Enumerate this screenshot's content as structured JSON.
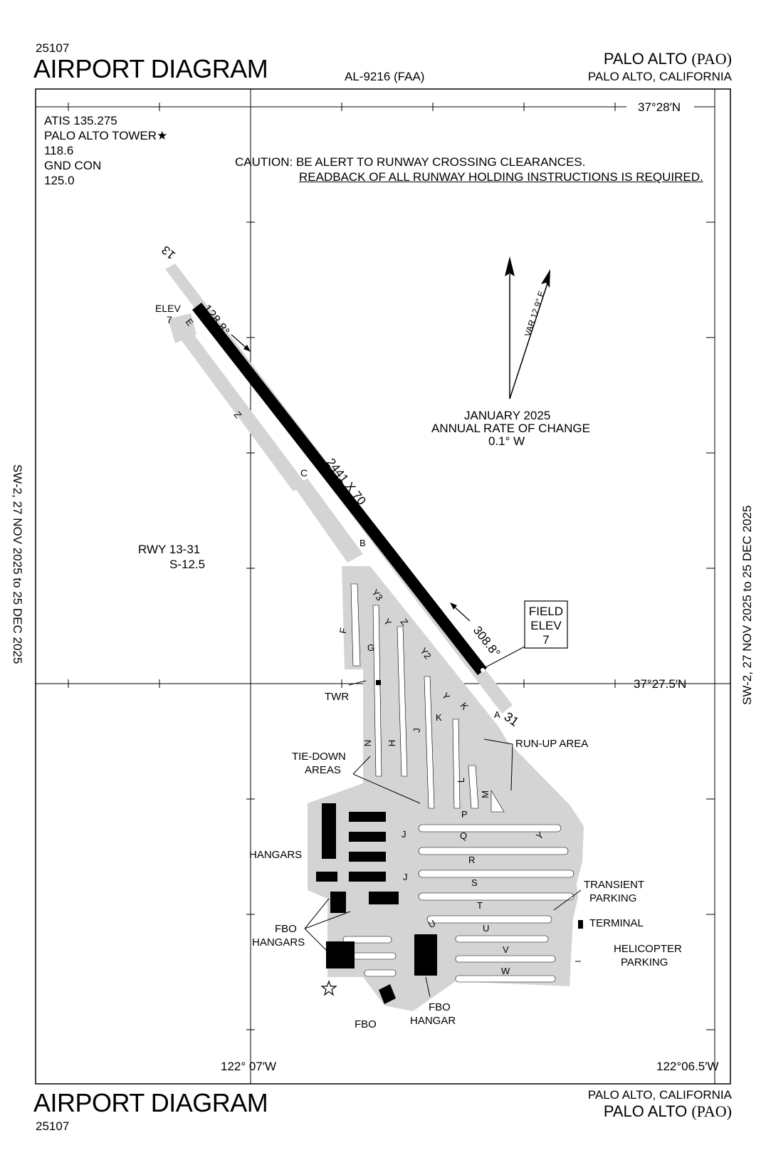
{
  "header": {
    "cycle": "25107",
    "title": "AIRPORT DIAGRAM",
    "chart_id": "AL-9216 (FAA)",
    "airport_name": "PALO ALTO",
    "airport_id": "(PAO)",
    "city_state": "PALO ALTO, CALIFORNIA"
  },
  "footer": {
    "cycle": "25107",
    "title": "AIRPORT DIAGRAM",
    "city_state": "PALO ALTO, CALIFORNIA",
    "airport_name": "PALO ALTO",
    "airport_id": "(PAO)"
  },
  "side_label": "SW-2,  27 NOV 2025  to  25 DEC 2025",
  "frequencies": {
    "atis": "ATIS 135.275",
    "tower": "PALO ALTO TOWER",
    "tower_freq": "118.6",
    "gnd": "GND CON",
    "gnd_freq": "125.0"
  },
  "caution": {
    "line1": "CAUTION: BE ALERT TO RUNWAY CROSSING CLEARANCES.",
    "line2": "READBACK OF ALL RUNWAY HOLDING INSTRUCTIONS IS REQUIRED."
  },
  "coordinates": {
    "lat_top": "37°28′N",
    "lat_mid": "37°27.5′N",
    "lon_left": "122° 07′W",
    "lon_right": "122°06.5′W"
  },
  "magvar": {
    "var_label": "VAR 12.9° E",
    "date": "JANUARY 2025",
    "rate_label": "ANNUAL RATE OF CHANGE",
    "rate": "0.1° W"
  },
  "runway": {
    "designation": "RWY 13-31",
    "strength": "S-12.5",
    "dimensions": "2441 X 70",
    "end_13": "13",
    "end_31": "31",
    "heading_13": "128.8°",
    "heading_31": "308.8°",
    "elev_label": "ELEV",
    "elev_value": "7"
  },
  "field_elev": {
    "line1": "FIELD",
    "line2": "ELEV",
    "value": "7"
  },
  "taxiways": [
    "E",
    "Z",
    "C",
    "B",
    "Y3",
    "Y",
    "Z",
    "Y2",
    "F",
    "G",
    "Y",
    "K",
    "A",
    "J",
    "K",
    "H",
    "N",
    "L",
    "M",
    "Y",
    "P",
    "J",
    "Q",
    "R",
    "J",
    "S",
    "T",
    "U",
    "U",
    "V",
    "W"
  ],
  "labels": {
    "twr": "TWR",
    "runup": "RUN-UP AREA",
    "tiedown1": "TIE-DOWN",
    "tiedown2": "AREAS",
    "hangars": "HANGARS",
    "fbo_hangars1": "FBO",
    "fbo_hangars2": "HANGARS",
    "transient1": "TRANSIENT",
    "transient2": "PARKING",
    "terminal": "TERMINAL",
    "heli1": "HELICOPTER",
    "heli2": "PARKING",
    "fbo_hangar1": "FBO",
    "fbo_hangar2": "HANGAR",
    "fbo": "FBO"
  },
  "colors": {
    "pavement": "#d4d4d4",
    "runway": "#000000",
    "ink": "#000000"
  }
}
